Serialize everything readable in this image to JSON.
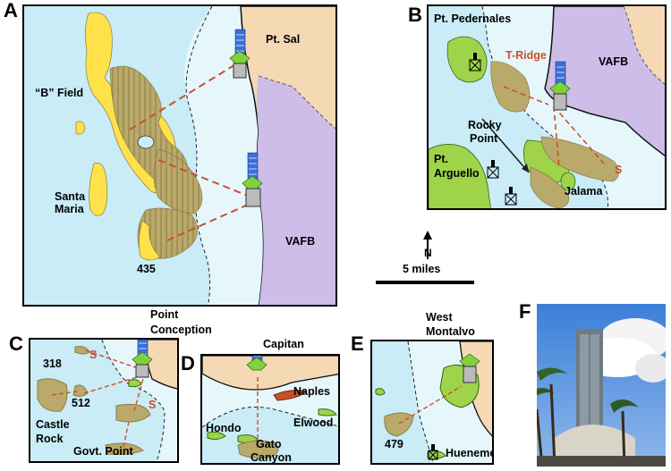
{
  "colors": {
    "ocean_deep": "#c9ecf7",
    "ocean_shallow": "#e6f7fc",
    "land": "#f5d9b4",
    "vafb": "#cdbde8",
    "oil_field": "#b9a96a",
    "gas_field": "#ffe24a",
    "green_field": "#9fd34a",
    "red_field": "#c8502a",
    "route": "#c8502a"
  },
  "panels": {
    "a": {
      "letter": "A",
      "labels": {
        "b_field": "“B” Field",
        "santa_maria_1": "Santa",
        "santa_maria_2": "Maria",
        "pt_sal": "Pt. Sal",
        "vafb": "VAFB",
        "f435": "435"
      }
    },
    "b": {
      "letter": "B",
      "labels": {
        "pt_pedernales": "Pt. Pedernales",
        "t_ridge": "T-Ridge",
        "vafb": "VAFB",
        "rocky_1": "Rocky",
        "rocky_2": "Point",
        "pt_arguello_1": "Pt.",
        "pt_arguello_2": "Arguello",
        "jalama": "Jalama",
        "s": "S"
      }
    },
    "c": {
      "letter": "C",
      "title_1": "Point",
      "title_2": "Conception",
      "labels": {
        "f318": "318",
        "s1": "S",
        "f512": "512",
        "s2": "S",
        "castle_1": "Castle",
        "castle_2": "Rock",
        "govt": "Govt. Point"
      }
    },
    "d": {
      "letter": "D",
      "title": "Capitan",
      "labels": {
        "naples": "Naples",
        "elwood": "Elwood",
        "hondo": "Hondo",
        "gato_1": "Gato",
        "gato_2": "Canyon"
      }
    },
    "e": {
      "letter": "E",
      "title_1": "West",
      "title_2": "Montalvo",
      "labels": {
        "f479": "479",
        "hueneme": "Hueneme"
      }
    },
    "f": {
      "letter": "F"
    }
  },
  "scale": {
    "label": "5 miles",
    "north": "N"
  }
}
